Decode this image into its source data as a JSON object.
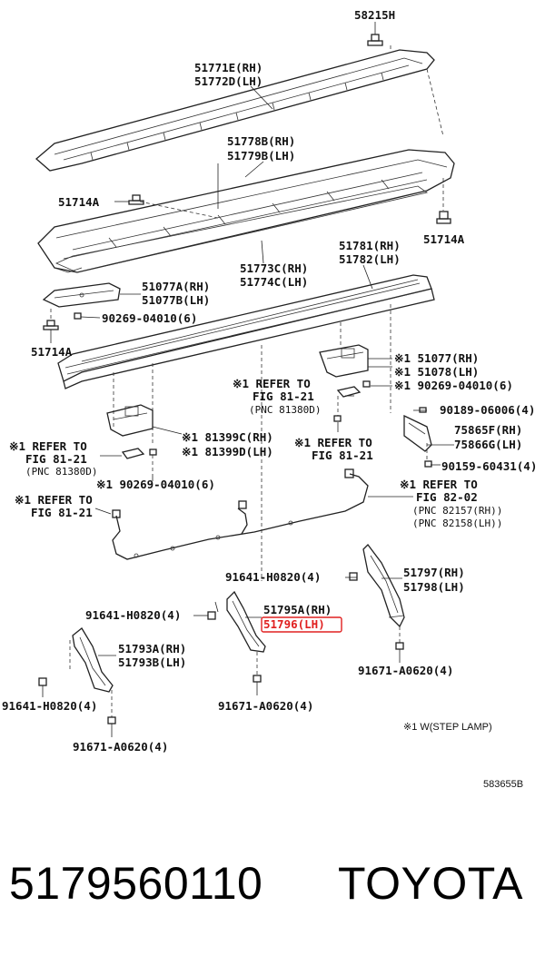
{
  "labels": {
    "p58215H": "58215H",
    "p51771E": "51771E(RH)",
    "p51772D": "51772D(LH)",
    "p51778B": "51778B(RH)",
    "p51779B": "51779B(LH)",
    "p51714A_left": "51714A",
    "p51714A_right": "51714A",
    "p51781": "51781(RH)",
    "p51782": "51782(LH)",
    "p51773C": "51773C(RH)",
    "p51774C": "51774C(LH)",
    "p51077A": "51077A(RH)",
    "p51077B": "51077B(LH)",
    "p90269_a": "90269-04010(6)",
    "p51714A_lower": "51714A",
    "p51077": "※1 51077(RH)",
    "p51078": "※1 51078(LH)",
    "p90269_b": "※1 90269-04010(6)",
    "ref81380_line1": "※1 REFER TO",
    "ref81380_line2": "FIG 81-21",
    "ref81380_line3": "(PNC 81380D)",
    "p90189": "90189-06006(4)",
    "p75865F": "75865F(RH)",
    "p75866G": "75866G(LH)",
    "p81399C": "※1 81399C(RH)",
    "p81399D": "※1 81399D(LH)",
    "ref8121_right_line1": "※1 REFER TO",
    "ref8121_right_line2": "FIG 81-21",
    "p90159": "90159-60431(4)",
    "refleft_line1": "※1 REFER TO",
    "refleft_line2": "FIG 81-21",
    "refleft_line3": "(PNC 81380D)",
    "p90269_c": "※1 90269-04010(6)",
    "ref8202_line1": "※1 REFER TO",
    "ref8202_line2": "FIG 82-02",
    "ref8202_line3": "(PNC 82157(RH))",
    "ref8202_line4": "(PNC 82158(LH))",
    "refleft2_line1": "※1 REFER TO",
    "refleft2_line2": "FIG 81-21",
    "p91641_top": "91641-H0820(4)",
    "p51797": "51797(RH)",
    "p51798": "51798(LH)",
    "p91641_mid": "91641-H0820(4)",
    "p51795A": "51795A(RH)",
    "p51796": "51796(LH)",
    "p51793A": "51793A(RH)",
    "p51793B": "51793B(LH)",
    "p91671_right": "91671-A0620(4)",
    "p91641_bottom": "91641-H0820(4)",
    "p91671_mid": "91671-A0620(4)",
    "note": "※1  W(STEP LAMP)",
    "p91671_bottom": "91671-A0620(4)",
    "diagram_id": "583655B"
  },
  "footer": {
    "part_number": "5179560110",
    "brand": "TOYOTA"
  },
  "colors": {
    "highlight": "#e02020",
    "line": "#222222"
  }
}
